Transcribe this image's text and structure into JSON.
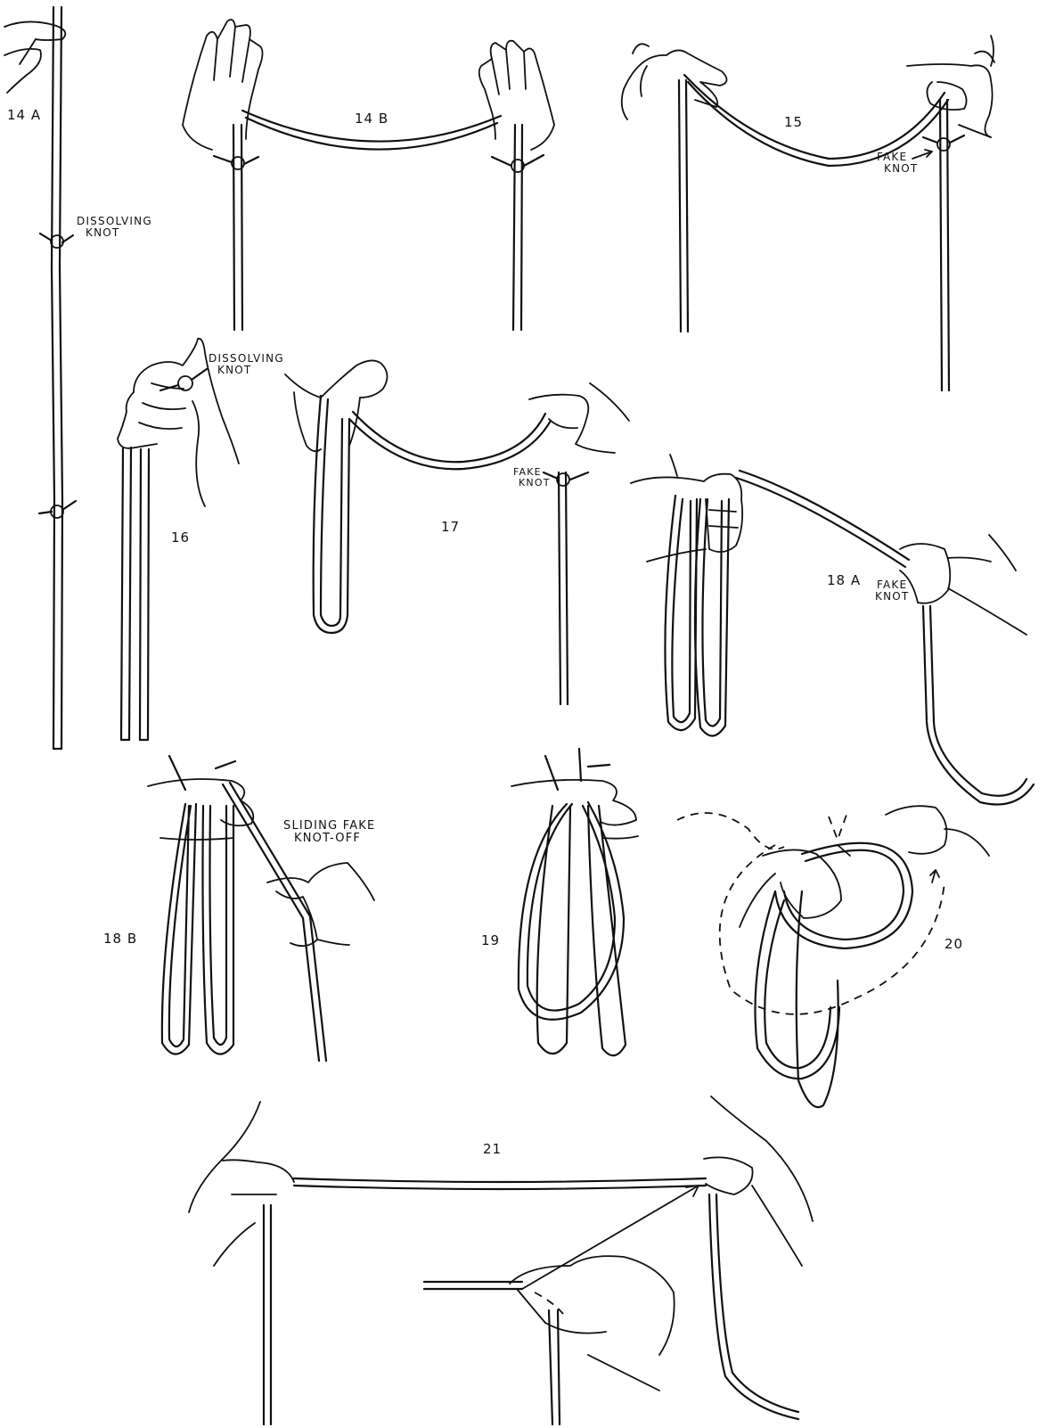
{
  "figures": {
    "f14a": "14 A",
    "f14b": "14 B",
    "f15": "15",
    "f16": "16",
    "f17": "17",
    "f18a": "18 A",
    "f18b": "18 B",
    "f19": "19",
    "f20": "20",
    "f21": "21"
  },
  "annotations": {
    "dissolving_knot_14a": [
      "DISSOLVING",
      "KNOT"
    ],
    "fake_knot_15": [
      "FAKE",
      "KNOT"
    ],
    "dissolving_knot_16": [
      "DISSOLVING",
      "KNOT"
    ],
    "fake_knot_17": [
      "FAKE",
      "KNOT"
    ],
    "fake_knot_18a": [
      "FAKE",
      "KNOT"
    ],
    "sliding_fake_knot_off": [
      "SLIDING FAKE",
      "KNOT-OFF"
    ]
  }
}
